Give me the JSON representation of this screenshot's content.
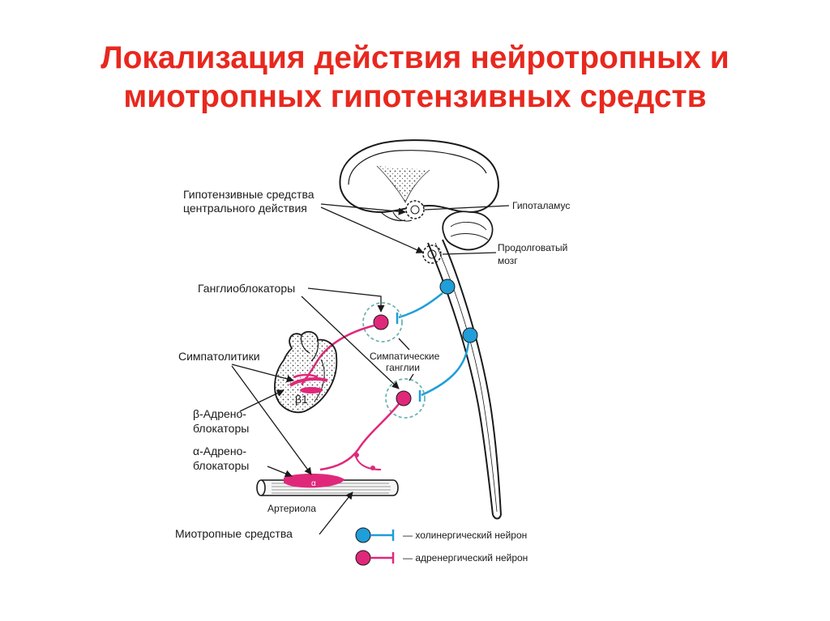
{
  "title": {
    "line1": "Локализация действия нейротропных и",
    "line2": "миотропных гипотензивных средств"
  },
  "labels": {
    "central_line1": "Гипотензивные средства",
    "central_line2": "центрального действия",
    "hypothalamus": "Гипоталамус",
    "medulla_line1": "Продолговатый",
    "medulla_line2": "мозг",
    "ganglioblockers": "Ганглиоблокаторы",
    "sympatholytics": "Симпатолитики",
    "sympathetic_ganglia_line1": "Симпатические",
    "sympathetic_ganglia_line2": "ганглии",
    "beta_blockers_line1": "β-Адрено-",
    "beta_blockers_line2": "блокаторы",
    "alpha_blockers_line1": "α-Адрено-",
    "alpha_blockers_line2": "блокаторы",
    "beta1": "β1",
    "alpha": "α",
    "arteriole": "Артериола",
    "myotropic": "Миотропные средства"
  },
  "legend": {
    "cholinergic": "— холинергический нейрон",
    "adrenergic": "— адренергический нейрон"
  },
  "colors": {
    "title": "#e8281e",
    "cholinergic": "#1f9ed8",
    "adrenergic": "#e0287a",
    "outline": "#1a1a1a",
    "dashed_circle": "#6fb3b0"
  }
}
